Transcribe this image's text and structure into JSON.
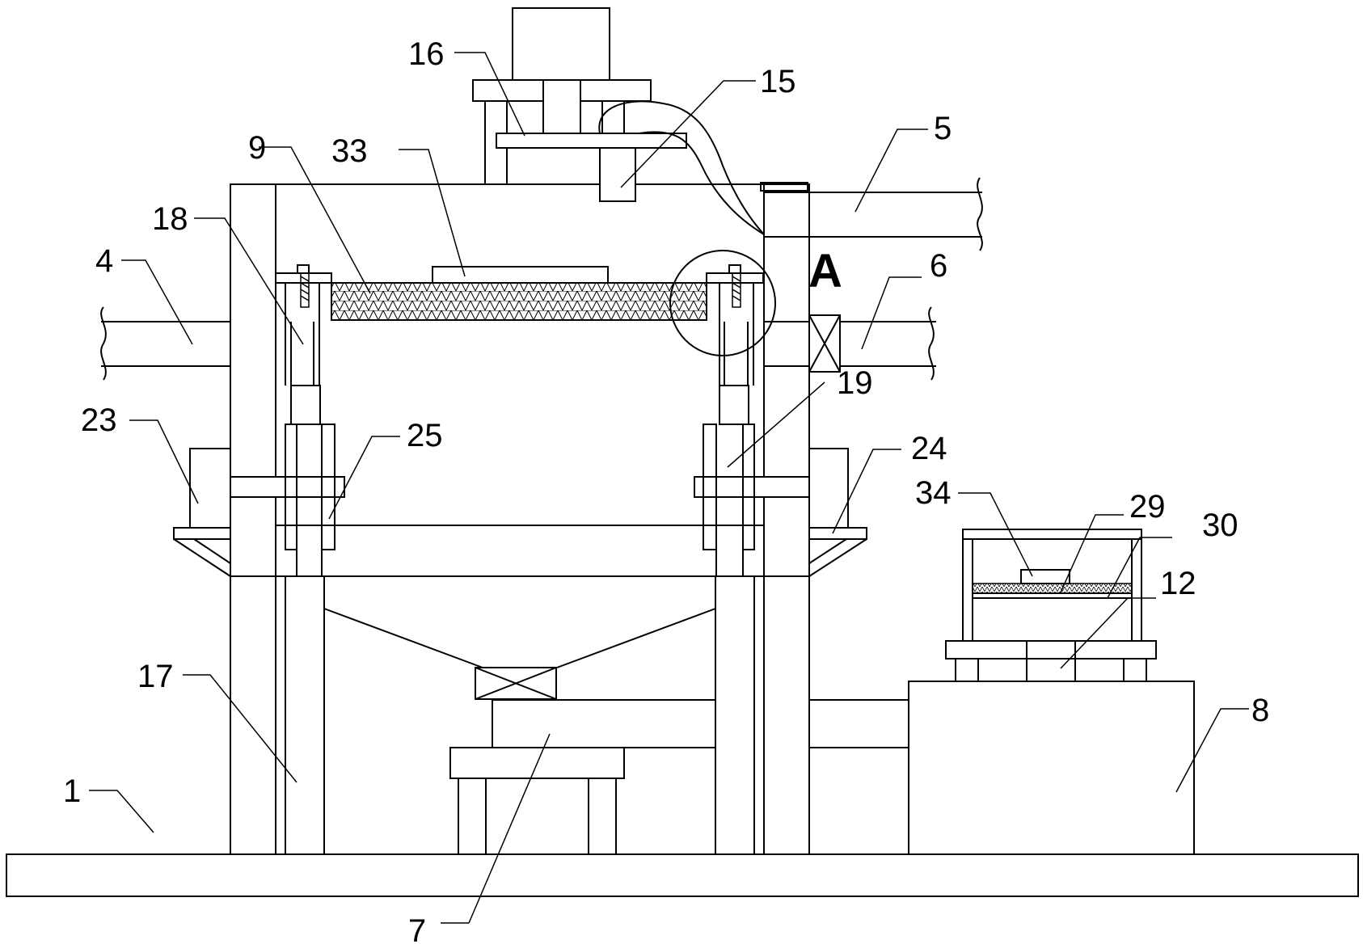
{
  "labels": {
    "l1": "1",
    "l4": "4",
    "l5": "5",
    "l6": "6",
    "l7": "7",
    "l8": "8",
    "l9": "9",
    "l12": "12",
    "l15": "15",
    "l16": "16",
    "l17": "17",
    "l18": "18",
    "l19": "19",
    "l23": "23",
    "l24": "24",
    "l25": "25",
    "l29": "29",
    "l30": "30",
    "l33": "33",
    "l34": "34",
    "detailA": "A"
  }
}
